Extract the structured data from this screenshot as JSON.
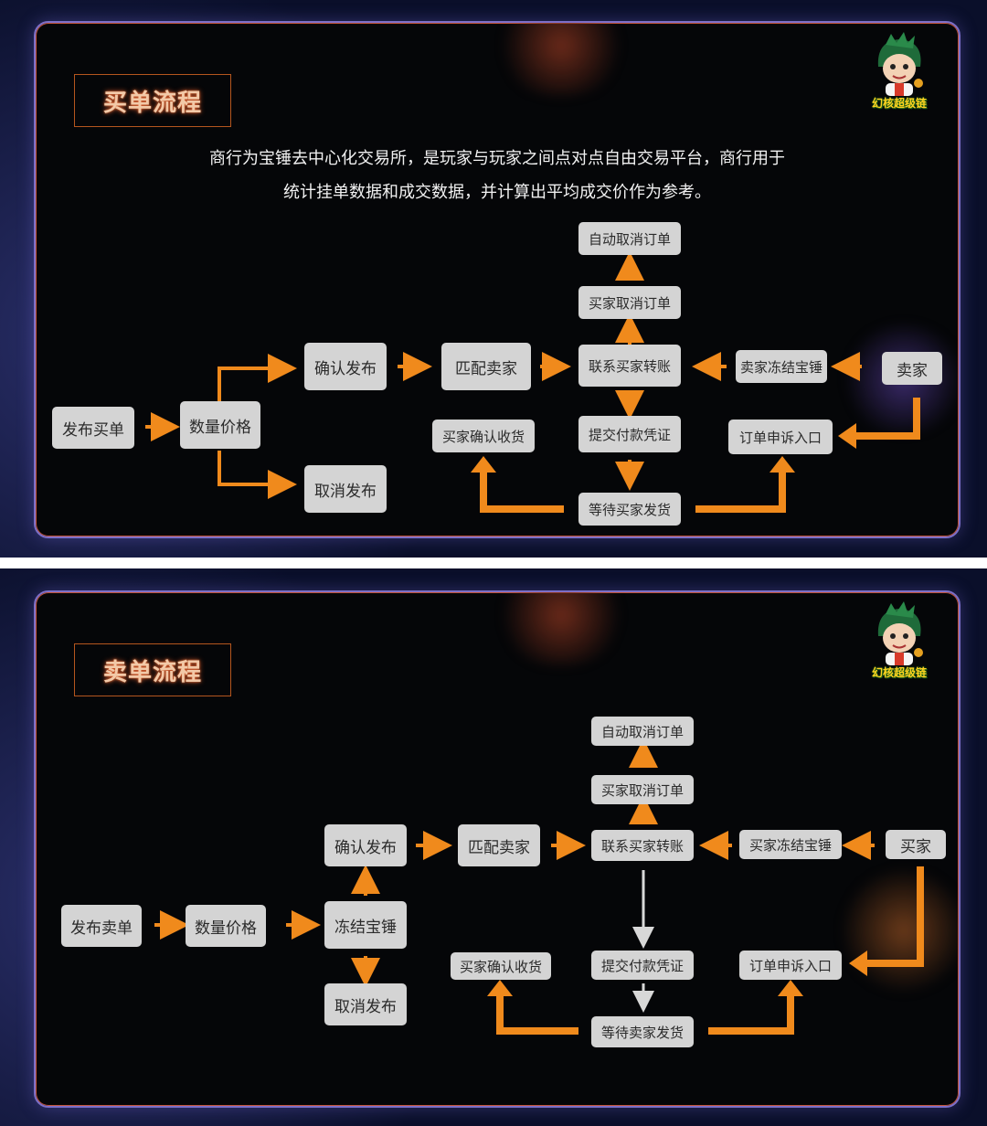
{
  "colors": {
    "arrow": "#f08a1c",
    "arrow_grey": "#d8d8d8",
    "node_bg": "#d4d4d4",
    "panel_border": "#7d6fc8",
    "title_glow": "#d8572a"
  },
  "buy": {
    "title": "买单流程",
    "description": [
      "商行为宝锤去中心化交易所，是玩家与玩家之间点对点自由交易平台，商行用于",
      "统计挂单数据和成交数据，并计算出平均成交价作为参考。"
    ],
    "logo_text": "幻核超级链",
    "nodes": {
      "publish_order": "发布买单",
      "qty_price": "数量价格",
      "confirm_publish": "确认发布",
      "cancel_publish": "取消发布",
      "match_seller": "匹配卖家",
      "contact_transfer": "联系买家转账",
      "seller_freeze": "卖家冻结宝锤",
      "seller": "卖家",
      "auto_cancel": "自动取消订单",
      "buyer_cancel": "买家取消订单",
      "submit_proof": "提交付款凭证",
      "buyer_confirm": "买家确认收货",
      "appeal": "订单申诉入口",
      "wait_ship": "等待买家发货"
    }
  },
  "sell": {
    "title": "卖单流程",
    "logo_text": "幻核超级链",
    "nodes": {
      "publish_order": "发布卖单",
      "qty_price": "数量价格",
      "freeze": "冻结宝锤",
      "confirm_publish": "确认发布",
      "cancel_publish": "取消发布",
      "match_buyer": "匹配卖家",
      "contact_transfer": "联系买家转账",
      "buyer_freeze": "买家冻结宝锤",
      "buyer": "买家",
      "auto_cancel": "自动取消订单",
      "buyer_cancel": "买家取消订单",
      "submit_proof": "提交付款凭证",
      "buyer_confirm": "买家确认收货",
      "appeal": "订单申诉入口",
      "wait_ship": "等待卖家发货"
    }
  }
}
